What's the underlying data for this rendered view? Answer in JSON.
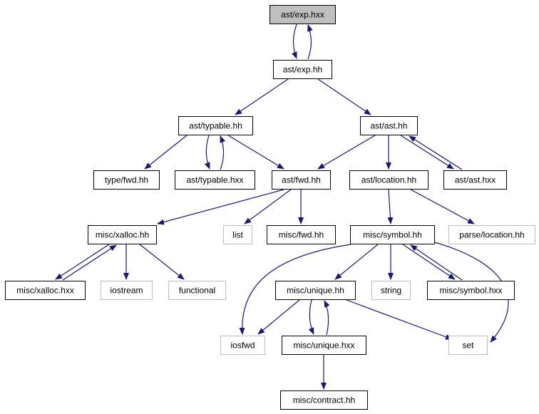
{
  "colors": {
    "edge": "#191970",
    "border_dark": "#000000",
    "border_light": "#bfbfbf",
    "fill_default": "#ffffff",
    "fill_focus": "#bfbfbf",
    "label_dark": "#000000",
    "label_light": "#404040"
  },
  "nodes": [
    {
      "id": "ast_exp_hxx",
      "label": "ast/exp.hxx",
      "style": "focus"
    },
    {
      "id": "ast_exp_hh",
      "label": "ast/exp.hh",
      "style": "normal"
    },
    {
      "id": "ast_typable_hh",
      "label": "ast/typable.hh",
      "style": "normal"
    },
    {
      "id": "ast_ast_hh",
      "label": "ast/ast.hh",
      "style": "normal"
    },
    {
      "id": "type_fwd_hh",
      "label": "type/fwd.hh",
      "style": "normal"
    },
    {
      "id": "ast_typable_hxx",
      "label": "ast/typable.hxx",
      "style": "normal"
    },
    {
      "id": "ast_fwd_hh",
      "label": "ast/fwd.hh",
      "style": "normal"
    },
    {
      "id": "ast_location_hh",
      "label": "ast/location.hh",
      "style": "normal"
    },
    {
      "id": "ast_ast_hxx",
      "label": "ast/ast.hxx",
      "style": "normal"
    },
    {
      "id": "misc_xalloc_hh",
      "label": "misc/xalloc.hh",
      "style": "normal"
    },
    {
      "id": "list",
      "label": "list",
      "style": "external"
    },
    {
      "id": "misc_fwd_hh",
      "label": "misc/fwd.hh",
      "style": "normal"
    },
    {
      "id": "misc_symbol_hh",
      "label": "misc/symbol.hh",
      "style": "normal"
    },
    {
      "id": "parse_location_hh",
      "label": "parse/location.hh",
      "style": "external"
    },
    {
      "id": "misc_xalloc_hxx",
      "label": "misc/xalloc.hxx",
      "style": "normal"
    },
    {
      "id": "iostream",
      "label": "iostream",
      "style": "external"
    },
    {
      "id": "functional",
      "label": "functional",
      "style": "external"
    },
    {
      "id": "misc_unique_hh",
      "label": "misc/unique.hh",
      "style": "normal"
    },
    {
      "id": "string",
      "label": "string",
      "style": "external"
    },
    {
      "id": "misc_symbol_hxx",
      "label": "misc/symbol.hxx",
      "style": "normal"
    },
    {
      "id": "iosfwd",
      "label": "iosfwd",
      "style": "external"
    },
    {
      "id": "misc_unique_hxx",
      "label": "misc/unique.hxx",
      "style": "normal"
    },
    {
      "id": "set",
      "label": "set",
      "style": "external"
    },
    {
      "id": "misc_contract_hh",
      "label": "misc/contract.hh",
      "style": "normal"
    }
  ],
  "edges": [
    {
      "from": "ast_exp_hxx",
      "to": "ast_exp_hh"
    },
    {
      "from": "ast_exp_hh",
      "to": "ast_exp_hxx"
    },
    {
      "from": "ast_exp_hh",
      "to": "ast_typable_hh"
    },
    {
      "from": "ast_exp_hh",
      "to": "ast_ast_hh"
    },
    {
      "from": "ast_typable_hh",
      "to": "type_fwd_hh"
    },
    {
      "from": "ast_typable_hh",
      "to": "ast_typable_hxx"
    },
    {
      "from": "ast_typable_hxx",
      "to": "ast_typable_hh"
    },
    {
      "from": "ast_typable_hh",
      "to": "ast_fwd_hh"
    },
    {
      "from": "ast_ast_hh",
      "to": "ast_fwd_hh"
    },
    {
      "from": "ast_ast_hh",
      "to": "ast_location_hh"
    },
    {
      "from": "ast_ast_hh",
      "to": "ast_ast_hxx"
    },
    {
      "from": "ast_ast_hxx",
      "to": "ast_ast_hh"
    },
    {
      "from": "ast_fwd_hh",
      "to": "misc_xalloc_hh"
    },
    {
      "from": "ast_fwd_hh",
      "to": "list"
    },
    {
      "from": "ast_fwd_hh",
      "to": "misc_fwd_hh"
    },
    {
      "from": "ast_location_hh",
      "to": "misc_symbol_hh"
    },
    {
      "from": "ast_location_hh",
      "to": "parse_location_hh"
    },
    {
      "from": "misc_xalloc_hh",
      "to": "misc_xalloc_hxx"
    },
    {
      "from": "misc_xalloc_hxx",
      "to": "misc_xalloc_hh"
    },
    {
      "from": "misc_xalloc_hh",
      "to": "iostream"
    },
    {
      "from": "misc_xalloc_hh",
      "to": "functional"
    },
    {
      "from": "misc_symbol_hh",
      "to": "misc_unique_hh"
    },
    {
      "from": "misc_symbol_hh",
      "to": "string"
    },
    {
      "from": "misc_symbol_hh",
      "to": "misc_symbol_hxx"
    },
    {
      "from": "misc_symbol_hxx",
      "to": "misc_symbol_hh"
    },
    {
      "from": "misc_symbol_hh",
      "to": "iosfwd"
    },
    {
      "from": "misc_symbol_hh",
      "to": "set"
    },
    {
      "from": "misc_unique_hh",
      "to": "iosfwd"
    },
    {
      "from": "misc_unique_hh",
      "to": "misc_unique_hxx"
    },
    {
      "from": "misc_unique_hxx",
      "to": "misc_unique_hh"
    },
    {
      "from": "misc_unique_hh",
      "to": "set"
    },
    {
      "from": "misc_unique_hxx",
      "to": "misc_contract_hh"
    }
  ]
}
